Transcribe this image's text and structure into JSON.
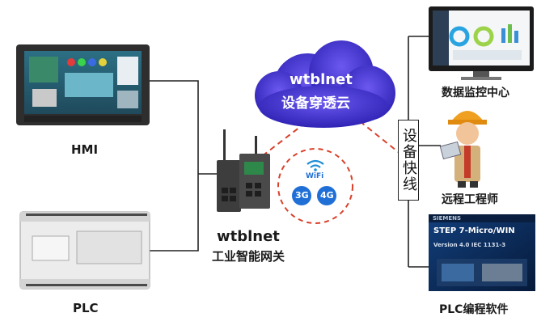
{
  "cloud": {
    "title": "wtblnet",
    "subtitle": "设备穿透云"
  },
  "hmi": {
    "label": "HMI"
  },
  "plc": {
    "label": "PLC"
  },
  "gateway": {
    "name": "wtblnet",
    "label": "工业智能网关"
  },
  "wireless": {
    "wifi": "WiFi",
    "badge_3g": "3G",
    "badge_4g": "4G"
  },
  "device_column": {
    "label": "设备快线"
  },
  "monitor": {
    "label": "数据监控中心"
  },
  "engineer": {
    "label": "远程工程师"
  },
  "software": {
    "label": "PLC编程软件",
    "brand": "SIEMENS",
    "title": "STEP 7-Micro/WIN",
    "version": "Version 4.0   IEC 1131-3"
  },
  "colors": {
    "cloud": "#3b30c6",
    "dashed": "#d9402a",
    "badge": "#1f6fd6",
    "wire": "#222222",
    "software_bg": "#0b2a5c"
  },
  "icons": [
    "hmi-panel-icon",
    "plc-unit-icon",
    "router-icon",
    "wifi-icon",
    "monitor-icon",
    "engineer-icon",
    "software-window-icon"
  ]
}
